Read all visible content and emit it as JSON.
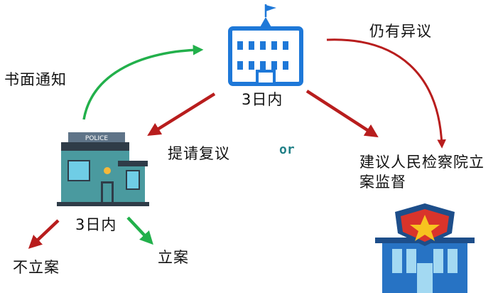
{
  "labels": {
    "court_days": "3日内",
    "police_days": "3日内",
    "written_notice": "书面通知",
    "request_review": "提请复议",
    "still_objection": "仍有异议",
    "suggest_supervision_line1": "建议人民检察院立",
    "suggest_supervision_line2": "案监督",
    "no_filing": "不立案",
    "filing": "立案",
    "or": "or"
  },
  "icons": {
    "police_sign": "POLICE"
  },
  "colors": {
    "green_arrow": "#22b04b",
    "red_arrow": "#b81d1d",
    "building_blue": "#1e78d8",
    "police_teal": "#4a9a9f"
  }
}
